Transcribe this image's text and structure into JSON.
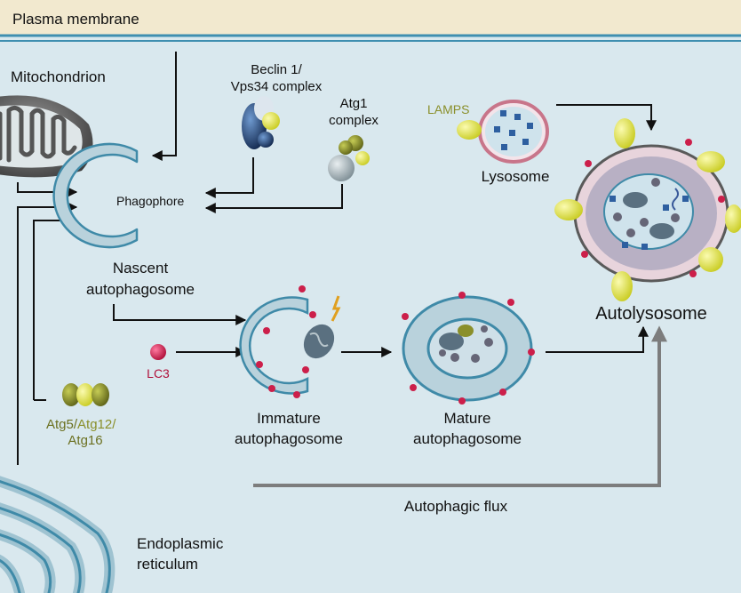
{
  "labels": {
    "plasma_membrane": "Plasma membrane",
    "mitochondrion": "Mitochondrion",
    "beclin_line1": "Beclin 1/",
    "beclin_line2": "Vps34 complex",
    "atg1_line1": "Atg1",
    "atg1_line2": "complex",
    "lamps": "LAMPS",
    "lysosome": "Lysosome",
    "phagophore": "Phagophore",
    "nascent_line1": "Nascent",
    "nascent_line2": "autophagosome",
    "lc3": "LC3",
    "atg5": "Atg5/",
    "atg12": "Atg12/",
    "atg16": "Atg16",
    "immature_line1": "Immature",
    "immature_line2": "autophagosome",
    "mature_line1": "Mature",
    "mature_line2": "autophagosome",
    "autolysosome": "Autolysosome",
    "autophagic_flux": "Autophagic flux",
    "er_line1": "Endoplasmic",
    "er_line2": "reticulum"
  },
  "colors": {
    "background": "#d9e8ee",
    "membrane_band": "#f2e9cf",
    "membrane_line": "#3f8fb0",
    "lc3": "#cc1f4a",
    "lamps": "#e8e84a",
    "lamps_text": "#8a8f2a",
    "atg5": "#d6d83a",
    "atg12": "#8a8f2a",
    "lysosome_ring": "#c8758a",
    "lysosome_cargo": "#2e5fa0",
    "flux_arrow": "#7d7d7d",
    "vesicle": "#b9d2dc",
    "vesicle_edge": "#3f8aa8"
  }
}
